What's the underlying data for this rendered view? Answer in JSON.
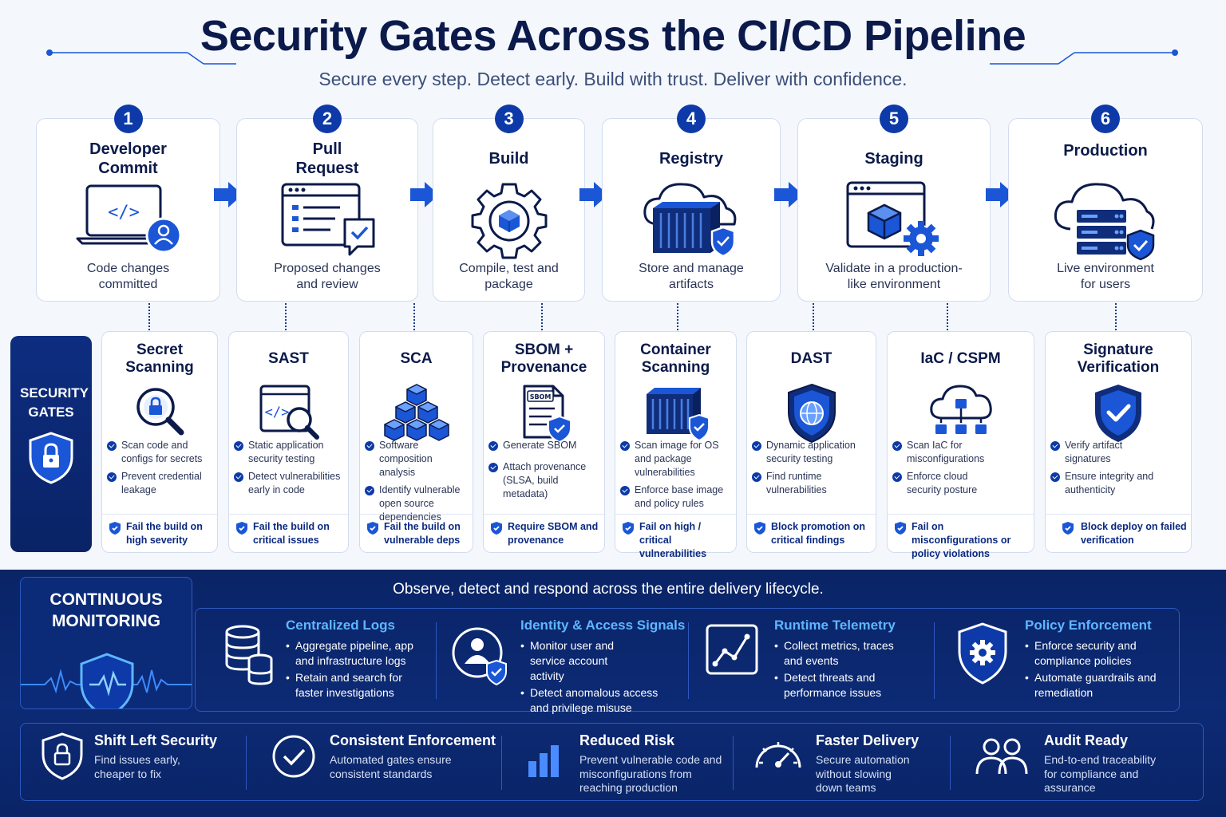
{
  "header": {
    "title": "Security Gates Across the CI/CD Pipeline",
    "subtitle": "Secure every step.  Detect early.  Build with trust.  Deliver with confidence."
  },
  "colors": {
    "primary": "#0d3aa8",
    "navy": "#0a2466",
    "accent": "#5fb6ff"
  },
  "stages": [
    {
      "num": "1",
      "title": "Developer Commit",
      "desc": "Code changes committed",
      "icon": "laptop-code-user-icon"
    },
    {
      "num": "2",
      "title": "Pull Request",
      "desc": "Proposed changes and review",
      "icon": "browser-review-icon"
    },
    {
      "num": "3",
      "title": "Build",
      "desc": "Compile, test and package",
      "icon": "gear-cube-icon"
    },
    {
      "num": "4",
      "title": "Registry",
      "desc": "Store and manage artifacts",
      "icon": "cloud-container-icon"
    },
    {
      "num": "5",
      "title": "Staging",
      "desc": "Validate in a production-like environment",
      "icon": "browser-cube-gear-icon"
    },
    {
      "num": "6",
      "title": "Production",
      "desc": "Live environment for users",
      "icon": "cloud-server-shield-icon"
    }
  ],
  "security_gates_label": "SECURITY GATES",
  "gates": [
    {
      "title": "Secret Scanning",
      "icon": "magnifier-lock-icon",
      "items": [
        "Scan code and configs for secrets",
        "Prevent credential leakage"
      ],
      "footer": "Fail the build on high severity"
    },
    {
      "title": "SAST",
      "icon": "code-magnifier-icon",
      "items": [
        "Static application security testing",
        "Detect vulnerabilities early in code"
      ],
      "footer": "Fail the build on critical issues"
    },
    {
      "title": "SCA",
      "icon": "cubes-icon",
      "items": [
        "Software composition analysis",
        "Identify vulnerable open source dependencies"
      ],
      "footer": "Fail the build on vulnerable deps"
    },
    {
      "title": "SBOM + Provenance",
      "icon": "sbom-document-icon",
      "sbom_tag": "SBOM",
      "items": [
        "Generate SBOM",
        "Attach provenance (SLSA, build metadata)"
      ],
      "footer": "Require SBOM and provenance"
    },
    {
      "title": "Container Scanning",
      "icon": "container-shield-icon",
      "items": [
        "Scan image for OS and package vulnerabilities",
        "Enforce base image and policy rules"
      ],
      "footer": "Fail on high / critical vulnerabilities"
    },
    {
      "title": "DAST",
      "icon": "shield-globe-icon",
      "items": [
        "Dynamic application security testing",
        "Find runtime vulnerabilities"
      ],
      "footer": "Block promotion on critical findings"
    },
    {
      "title": "IaC / CSPM",
      "icon": "cloud-network-icon",
      "items": [
        "Scan IaC for misconfigurations",
        "Enforce cloud security posture"
      ],
      "footer": "Fail on misconfigurations or policy violations"
    },
    {
      "title": "Signature Verification",
      "icon": "shield-check-icon",
      "items": [
        "Verify artifact signatures",
        "Ensure integrity and authenticity"
      ],
      "footer": "Block deploy on failed verification"
    }
  ],
  "monitoring": {
    "label": "CONTINUOUS MONITORING",
    "tagline": "Observe, detect and respond across the entire delivery lifecycle.",
    "items": [
      {
        "title": "Centralized Logs",
        "icon": "database-icon",
        "bullets": [
          "Aggregate pipeline, app and infrastructure logs",
          "Retain and search for faster investigations"
        ]
      },
      {
        "title": "Identity & Access Signals",
        "icon": "user-shield-icon",
        "bullets": [
          "Monitor user and service account activity",
          "Detect anomalous access and privilege misuse"
        ]
      },
      {
        "title": "Runtime Telemetry",
        "icon": "chart-line-icon",
        "bullets": [
          "Collect metrics, traces and events",
          "Detect threats and performance issues"
        ]
      },
      {
        "title": "Policy Enforcement",
        "icon": "shield-gear-icon",
        "bullets": [
          "Enforce security and compliance policies",
          "Automate guardrails and remediation"
        ]
      }
    ]
  },
  "benefits": [
    {
      "title": "Shift Left Security",
      "desc": "Find issues early, cheaper to fix",
      "icon": "shield-lock-icon"
    },
    {
      "title": "Consistent Enforcement",
      "desc": "Automated gates ensure consistent standards",
      "icon": "check-circle-icon"
    },
    {
      "title": "Reduced Risk",
      "desc": "Prevent vulnerable code and misconfigurations from reaching production",
      "icon": "bar-chart-icon"
    },
    {
      "title": "Faster Delivery",
      "desc": "Secure automation without slowing down teams",
      "icon": "speedometer-icon"
    },
    {
      "title": "Audit Ready",
      "desc": "End-to-end traceability for compliance and assurance",
      "icon": "users-icon"
    }
  ]
}
